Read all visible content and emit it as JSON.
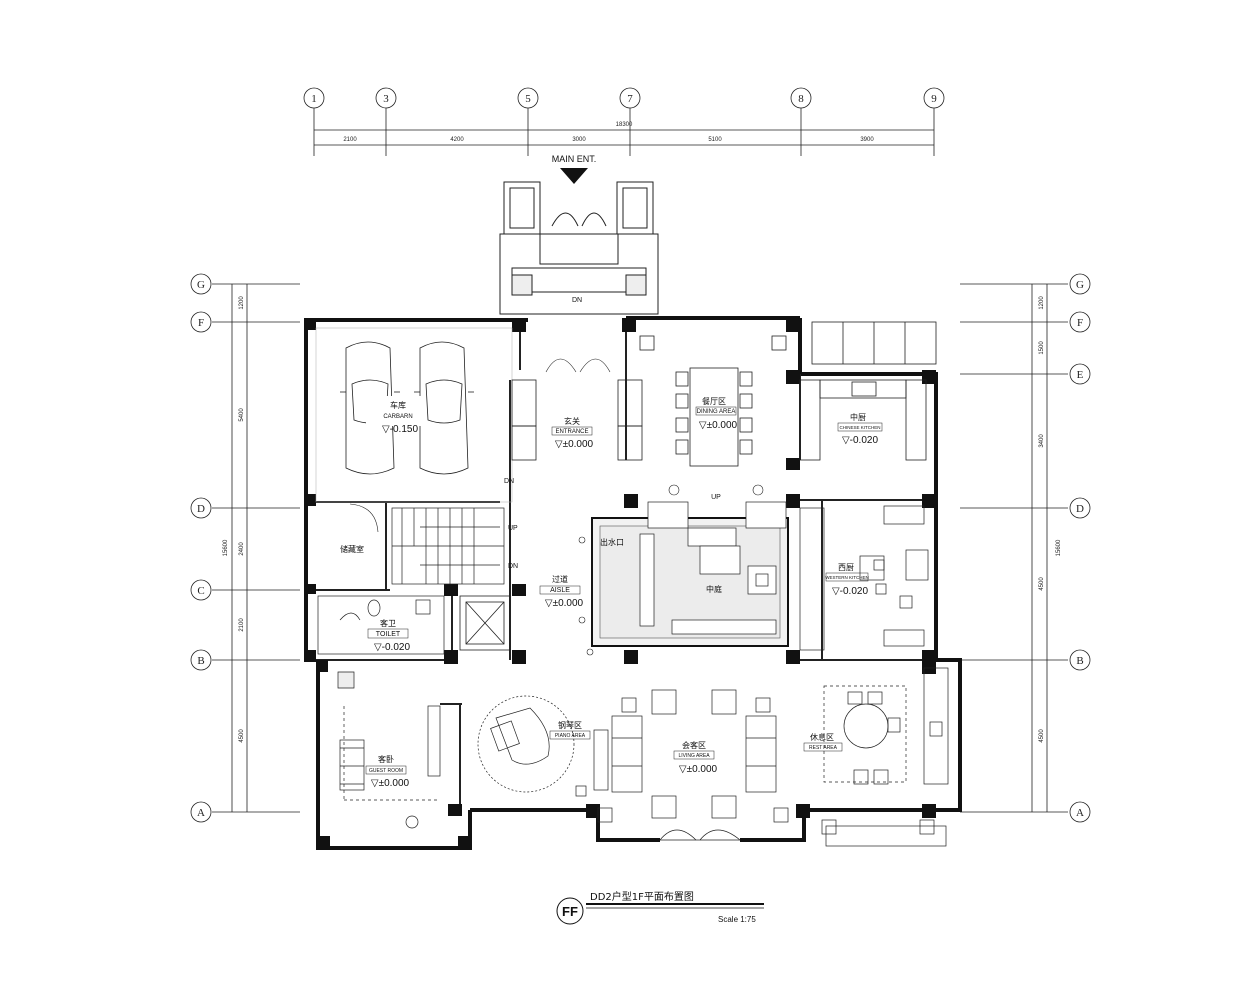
{
  "drawing": {
    "title": "DD2户型1F平面布置图",
    "scale": "Scale 1:75",
    "mark": "FF",
    "main_entrance": "MAIN ENT."
  },
  "dimensions": {
    "top_total": "18300",
    "top_segments": [
      "2100",
      "4200",
      "3000",
      "5100",
      "3900"
    ],
    "top_axes": [
      "1",
      "3",
      "5",
      "7",
      "8",
      "9"
    ],
    "left_total": "15600",
    "left_segments": [
      "1200",
      "5400",
      "2400",
      "2100",
      "4500"
    ],
    "right_total": "15600",
    "right_segments": [
      "1200",
      "1500",
      "3400",
      "4500",
      "4500"
    ],
    "left_axes": [
      "G",
      "F",
      "D",
      "C",
      "B",
      "A"
    ],
    "right_axes": [
      "G",
      "F",
      "E",
      "D",
      "B",
      "A"
    ]
  },
  "rooms": {
    "garage": {
      "cn": "车库",
      "en": "CARBARN",
      "level": "▽-0.150"
    },
    "entrance": {
      "cn": "玄关",
      "en": "ENTRANCE",
      "level": "▽±0.000"
    },
    "dining": {
      "cn": "餐厅区",
      "en": "DINING AREA",
      "level": "▽±0.000"
    },
    "chinese_kitchen": {
      "cn": "中厨",
      "en": "CHINESE KITCHEN",
      "level": "▽-0.020"
    },
    "storage": {
      "cn": "储藏室"
    },
    "aisle": {
      "cn": "过道",
      "en": "AISLE",
      "level": "▽±0.000"
    },
    "atrium": {
      "cn": "中庭",
      "outlet": "出水口"
    },
    "western_kitchen": {
      "cn": "西厨",
      "en": "WESTERN KITCHEN",
      "level": "▽-0.020"
    },
    "toilet": {
      "cn": "客卫",
      "en": "TOILET",
      "level": "▽-0.020"
    },
    "guest_room": {
      "cn": "客卧",
      "en": "GUEST ROOM",
      "level": "▽±0.000"
    },
    "piano": {
      "cn": "钢琴区",
      "en": "PIANO AREA"
    },
    "living": {
      "cn": "会客区",
      "en": "LIVING AREA",
      "level": "▽±0.000"
    },
    "rest": {
      "cn": "休息区",
      "en": "REST AREA"
    }
  },
  "notes": {
    "dn": "DN",
    "up": "UP"
  }
}
